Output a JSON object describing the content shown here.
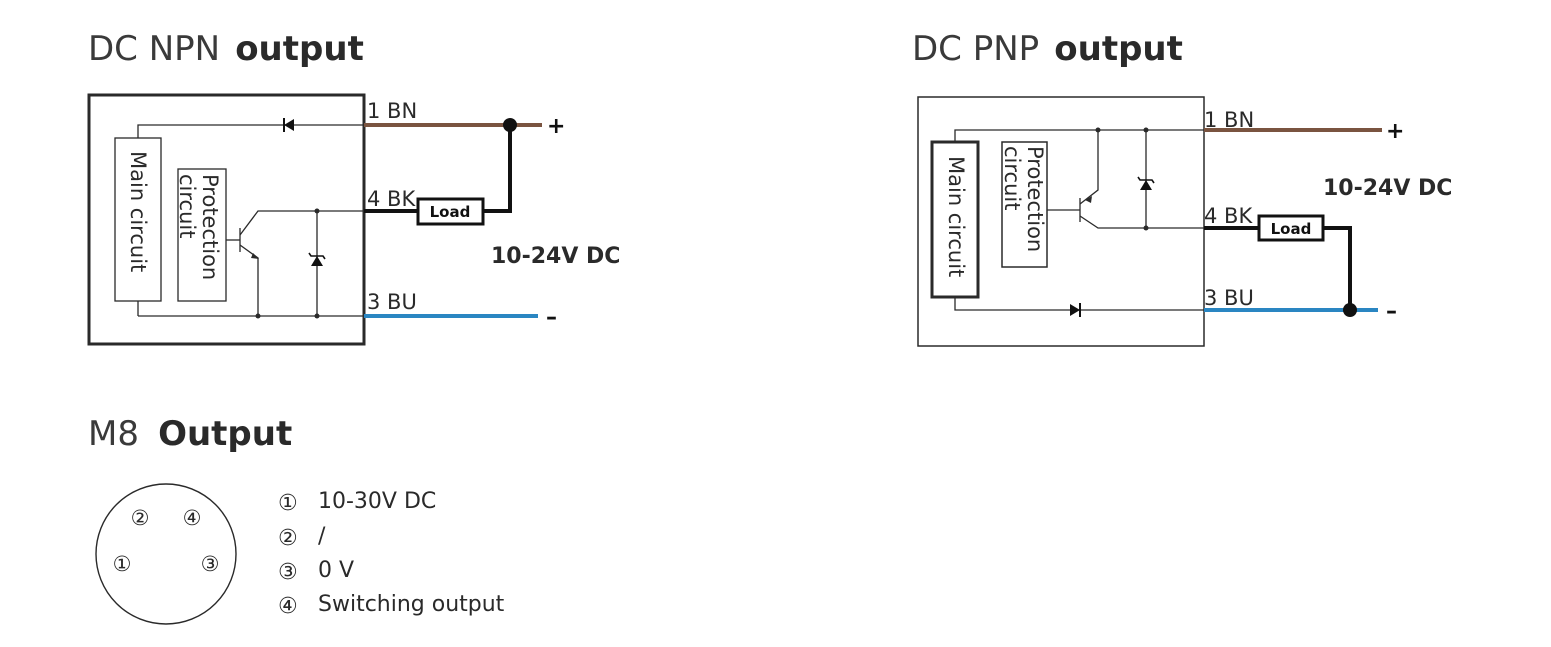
{
  "npn": {
    "title_light": "DC NPN",
    "title_bold": "output",
    "main_circuit": "Main circuit",
    "protection_line1": "Protection",
    "protection_line2": "circuit",
    "wire_bn": "1 BN",
    "wire_bk": "4 BK",
    "wire_bu": "3 BU",
    "load": "Load",
    "voltage": "10-24V DC",
    "plus": "+",
    "minus": "–"
  },
  "pnp": {
    "title_light": "DC PNP",
    "title_bold": "output",
    "main_circuit": "Main circuit",
    "protection_line1": "Protection",
    "protection_line2": "circuit",
    "wire_bn": "1 BN",
    "wire_bk": "4 BK",
    "wire_bu": "3 BU",
    "load": "Load",
    "voltage": "10-24V DC",
    "plus": "+",
    "minus": "–"
  },
  "m8": {
    "title_light": "M8",
    "title_bold": "Output",
    "pins": [
      "①",
      "②",
      "③",
      "④"
    ],
    "legend": [
      {
        "num": "①",
        "text": "10-30V DC"
      },
      {
        "num": "②",
        "text": "/"
      },
      {
        "num": "③",
        "text": "0 V"
      },
      {
        "num": "④",
        "text": "Switching output"
      }
    ]
  },
  "colors": {
    "brown_wire": "#7a5440",
    "blue_wire": "#2a86c2",
    "black_wire": "#111111"
  }
}
